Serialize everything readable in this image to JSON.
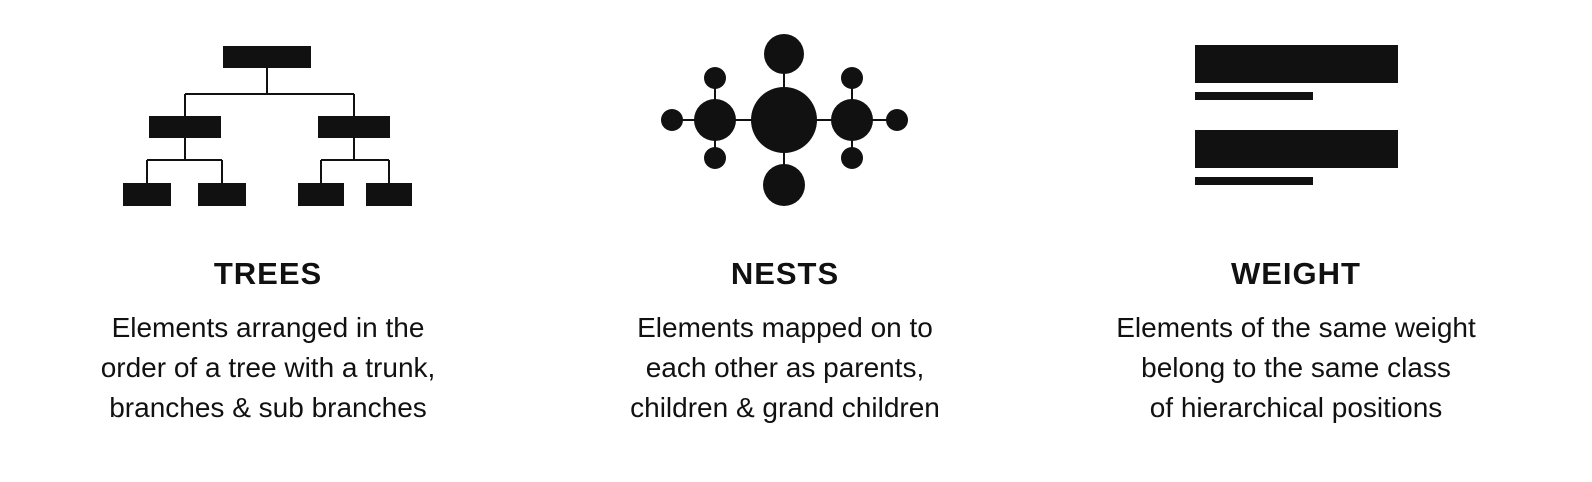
{
  "colors": {
    "ink": "#111111",
    "background": "#ffffff"
  },
  "panels": [
    {
      "icon": "tree-hierarchy-icon",
      "title": "TREES",
      "lines": [
        "Elements arranged in the",
        "order of a tree with a trunk,",
        "branches & sub branches"
      ]
    },
    {
      "icon": "nested-circles-icon",
      "title": "NESTS",
      "lines": [
        "Elements mapped on to",
        "each other as parents,",
        "children & grand children"
      ]
    },
    {
      "icon": "weighted-bars-icon",
      "title": "WEIGHT",
      "lines": [
        "Elements of the same weight",
        "belong to the same class",
        "of hierarchical positions"
      ]
    }
  ]
}
